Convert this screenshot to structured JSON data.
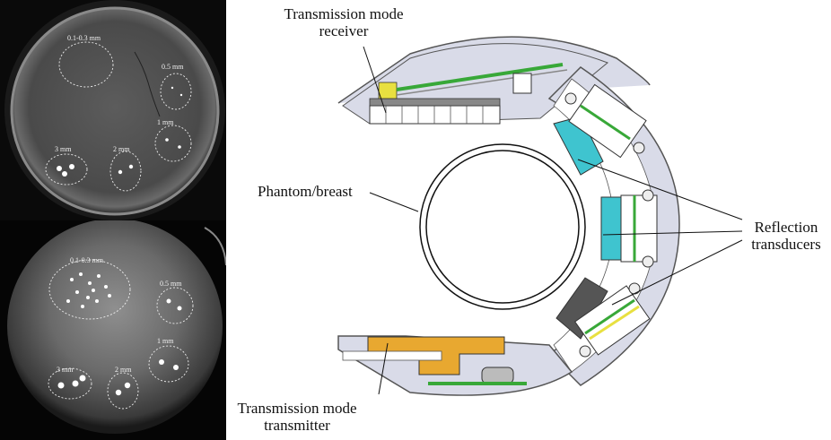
{
  "top_image": {
    "labels": {
      "size_01_03": "0.1-0.3 mm",
      "size_05": "0.5 mm",
      "size_1": "1 mm",
      "size_2": "2 mm",
      "size_3": "3 mm"
    }
  },
  "bottom_image": {
    "labels": {
      "size_01_03": "0.1-0.3 mm",
      "size_05": "0.5 mm",
      "size_1": "1 mm",
      "size_2": "2 mm",
      "size_3": "3 mm"
    }
  },
  "diagram": {
    "labels": {
      "receiver_line1": "Transmission mode",
      "receiver_line2": "receiver",
      "phantom": "Phantom/breast",
      "reflection_line1": "Reflection",
      "reflection_line2": "transducers",
      "transmitter_line1": "Transmission mode",
      "transmitter_line2": "transmitter"
    }
  },
  "colors": {
    "housing": "#d9dbe8",
    "reflection_transducer_cyan": "#3fc4cf",
    "reflection_transducer_dark": "#555555",
    "transmitter_block": "#e8a830",
    "circuit_green": "#38a838",
    "circuit_yellow": "#e8e040"
  }
}
